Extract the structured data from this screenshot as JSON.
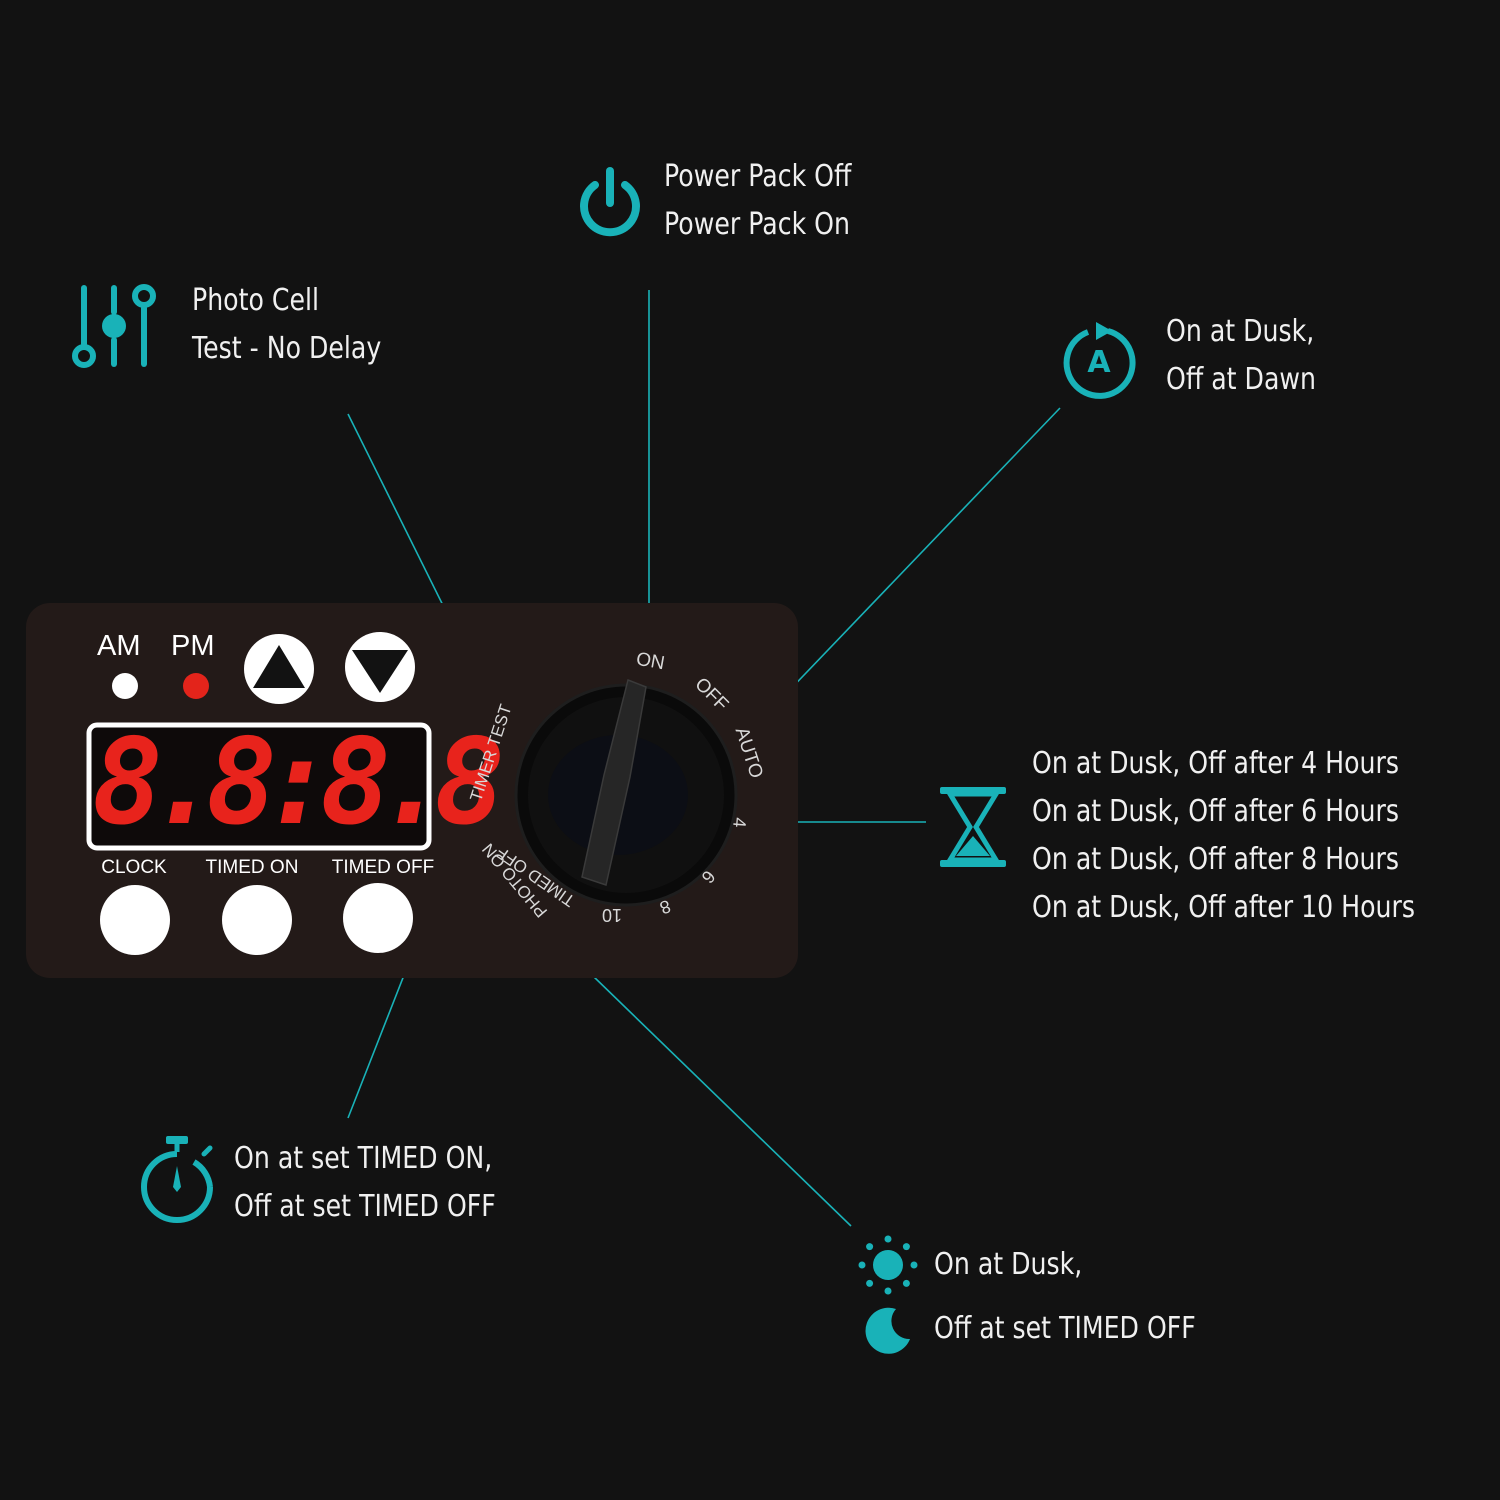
{
  "callouts": {
    "power": [
      "Power Pack Off",
      "Power Pack On"
    ],
    "photocell": [
      "Photo Cell",
      "Test - No Delay"
    ],
    "auto": [
      "On at Dusk,",
      "Off at Dawn"
    ],
    "hours": [
      "On at Dusk, Off after 4 Hours",
      "On at Dusk, Off after 6 Hours",
      "On at Dusk, Off after 8 Hours",
      "On at Dusk, Off after 10 Hours"
    ],
    "timed": [
      "On at set TIMED ON,",
      "Off at set TIMED OFF"
    ],
    "photo_on_timed_off": [
      "On at Dusk,",
      "Off at set TIMED OFF"
    ]
  },
  "panel": {
    "am_label": "AM",
    "pm_label": "PM",
    "display": "8.8:8.8",
    "clock_label": "CLOCK",
    "timed_on_label": "TIMED ON",
    "timed_off_label": "TIMED OFF"
  },
  "dial": {
    "on": "ON",
    "off": "OFF",
    "auto": "AUTO",
    "h4": "4",
    "h6": "6",
    "h8": "8",
    "h10": "10",
    "timed_off": "TIMED OFF",
    "photo_on": "PHOTO ON",
    "timer_test": "TIMER TEST"
  },
  "colors": {
    "accent": "#19b2b8",
    "background": "#121212",
    "panel": "#231a18",
    "led": "#e8231c",
    "pm_indicator": "#e3241b",
    "am_indicator": "#ffffff"
  },
  "icons": {
    "power": "power-icon",
    "photocell": "sliders-icon",
    "auto": "auto-cycle-icon",
    "hours": "hourglass-icon",
    "timed": "stopwatch-icon",
    "sun": "sun-icon",
    "moon": "moon-icon"
  }
}
